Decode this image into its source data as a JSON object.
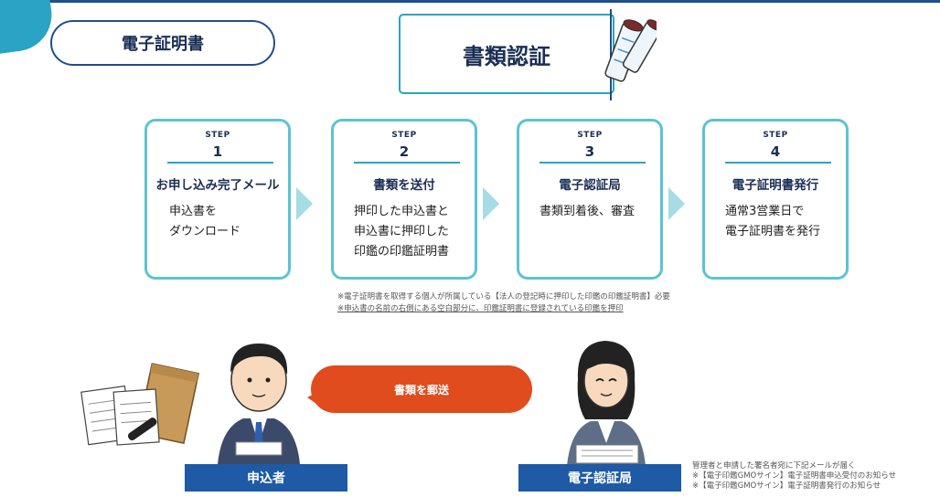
{
  "header": {
    "pill_label": "電子証明書",
    "title": "書類認証"
  },
  "steps": [
    {
      "label": "STEP",
      "number": "1",
      "title": "お申し込み完了メール",
      "lines": [
        "申込書を",
        "ダウンロード"
      ]
    },
    {
      "label": "STEP",
      "number": "2",
      "title": "書類を送付",
      "lines": [
        "押印した申込書と",
        "申込書に押印した",
        "印鑑の印鑑証明書"
      ]
    },
    {
      "label": "STEP",
      "number": "3",
      "title": "電子認証局",
      "lines": [
        "書類到着後、審査"
      ]
    },
    {
      "label": "STEP",
      "number": "4",
      "title": "電子証明書発行",
      "lines": [
        "通常3営業日で",
        "電子証明書を発行"
      ]
    }
  ],
  "notes": {
    "note1": "※電子証明書を取得する個人が所属している【法人の登記時に押印した印鑑の印鑑証明書】必要",
    "note2": "※申込書の名前の右側にある空白部分に、印鑑証明書に登録されている印鑑を押印"
  },
  "bubble": {
    "text": "書類を郵送"
  },
  "applicant": {
    "label": "申込者"
  },
  "authority": {
    "label": "電子認証局"
  },
  "footer": {
    "line1": "管理者と申請した署名者宛に下記メールが届く",
    "line2": "※【電子印鑑GMOサイン】電子証明書申込受付のお知らせ",
    "line3": "※【電子印鑑GMOサイン】電子証明書発行のお知らせ"
  },
  "colors": {
    "accent": "#2aa3c4",
    "navy": "#1a2e55",
    "bar": "#1e5aa5",
    "bubble": "#e04c1e",
    "step_border": "#5cc3d3"
  }
}
